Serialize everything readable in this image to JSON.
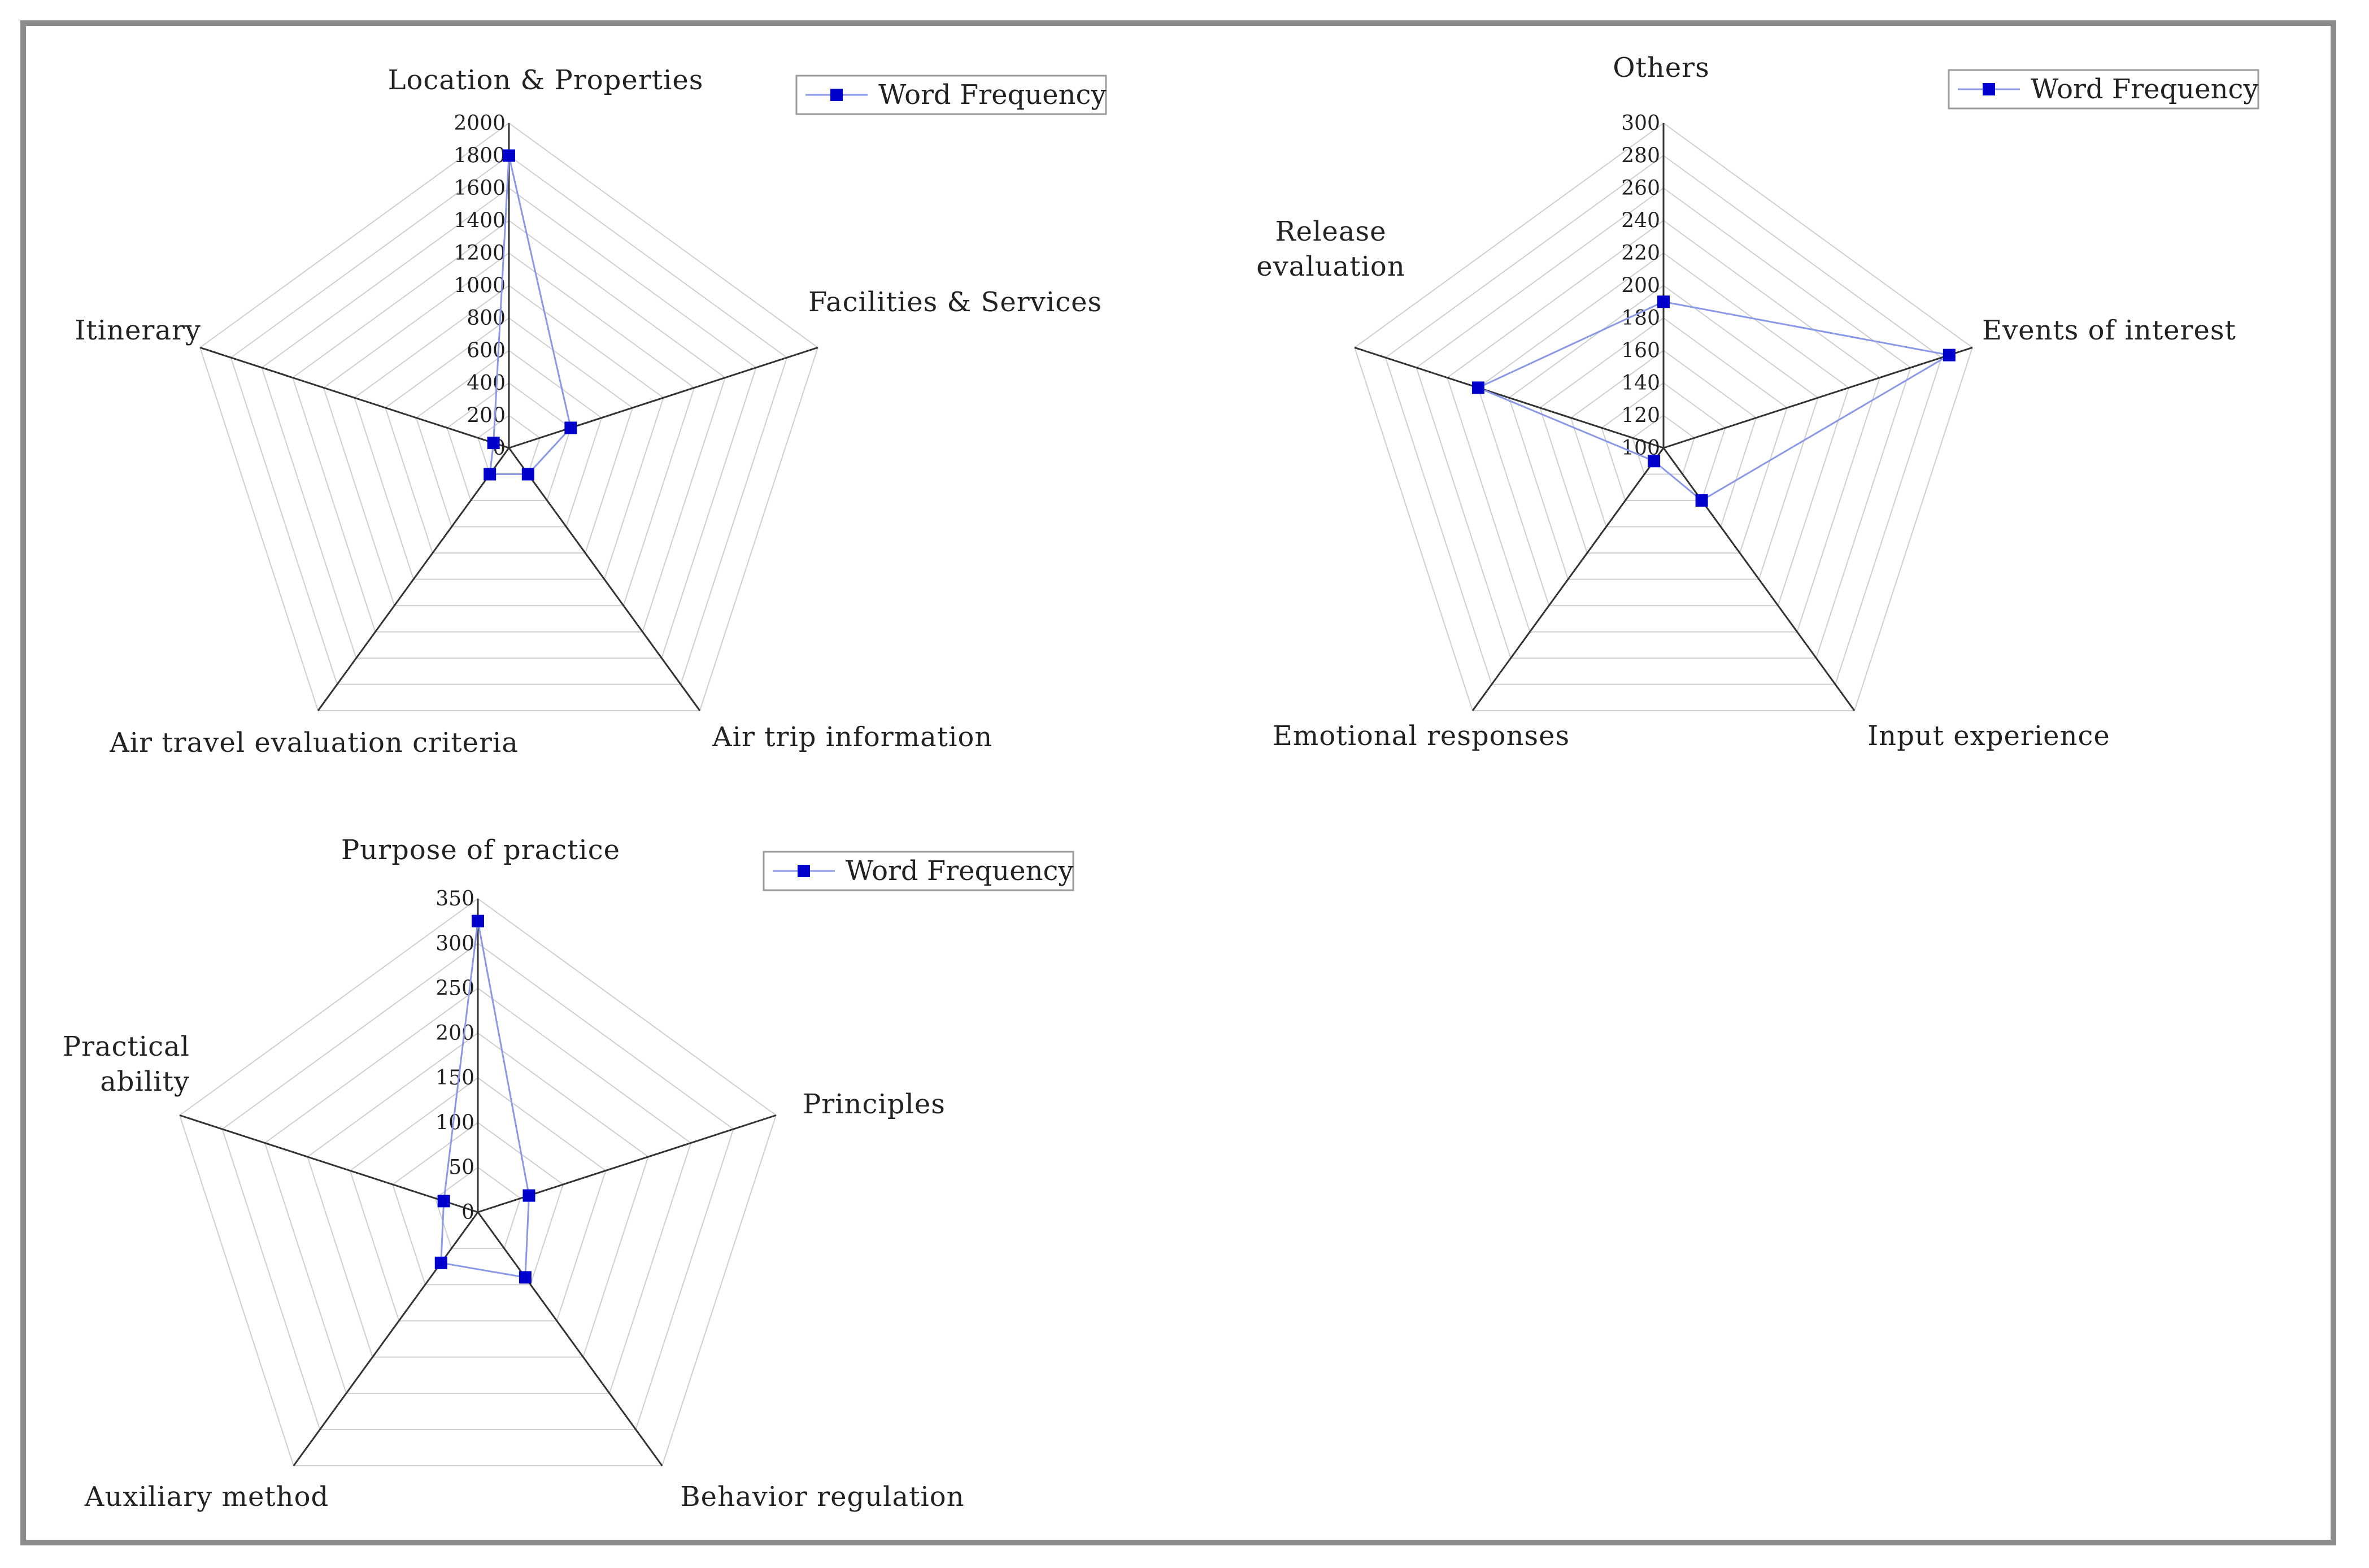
{
  "figure": {
    "frame_color": "#8c8c8c"
  },
  "chart_data": [
    {
      "type": "radar",
      "categories": [
        "Location & Properties",
        "Facilities & Services",
        "Air trip information",
        "Air travel evaluation criteria",
        "Itinerary"
      ],
      "series": [
        {
          "name": "Word Frequency",
          "values": [
            1800,
            400,
            200,
            200,
            100
          ]
        }
      ],
      "ticks": [
        "0",
        "200",
        "400",
        "600",
        "800",
        "1000",
        "1200",
        "1400",
        "1600",
        "1800",
        "2000"
      ],
      "rlim": [
        0,
        2000
      ],
      "grid": true,
      "legend_position": "top-right",
      "colors": {
        "series": "#0000cc",
        "series_line": "#8a98e8",
        "grid": "#cfcfcf",
        "axis": "#333333"
      }
    },
    {
      "type": "radar",
      "categories": [
        "Others",
        "Events of interest",
        "Input experience",
        "Emotional responses",
        "Release evaluation"
      ],
      "series": [
        {
          "name": "Word Frequency",
          "values": [
            190,
            285,
            140,
            110,
            220
          ]
        }
      ],
      "ticks": [
        "100",
        "120",
        "140",
        "160",
        "180",
        "200",
        "220",
        "240",
        "260",
        "280",
        "300"
      ],
      "rlim": [
        100,
        300
      ],
      "grid": true,
      "legend_position": "top-right",
      "colors": {
        "series": "#0000cc",
        "series_line": "#8a98e8",
        "grid": "#cfcfcf",
        "axis": "#333333"
      }
    },
    {
      "type": "radar",
      "categories": [
        "Purpose of practice",
        "Principles",
        "Behavior regulation",
        "Auxiliary method",
        "Practical ability"
      ],
      "series": [
        {
          "name": "Word Frequency",
          "values": [
            325,
            60,
            90,
            70,
            40
          ]
        }
      ],
      "ticks": [
        "0",
        "50",
        "100",
        "150",
        "200",
        "250",
        "300",
        "350"
      ],
      "rlim": [
        0,
        350
      ],
      "grid": true,
      "legend_position": "top-right",
      "colors": {
        "series": "#0000cc",
        "series_line": "#8a98e8",
        "grid": "#cfcfcf",
        "axis": "#333333"
      }
    }
  ]
}
